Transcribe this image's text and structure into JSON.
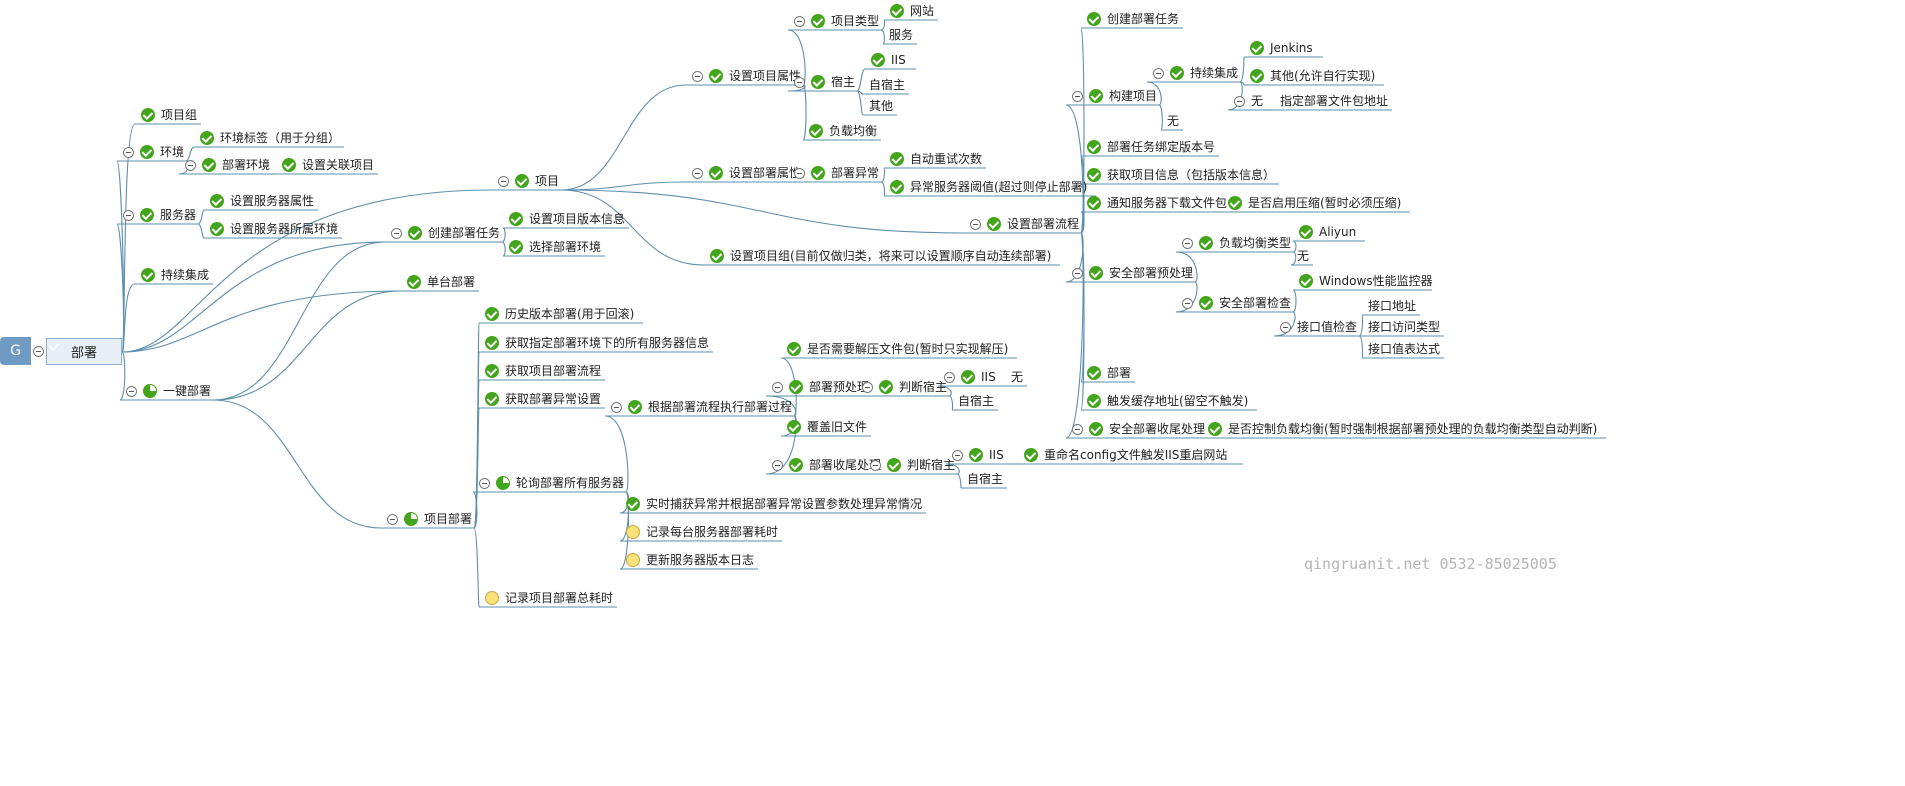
{
  "badge": "G",
  "watermark": "qingruanit.net 0532-85025005",
  "colors": {
    "line": "#5d8fae",
    "done": "#43a51c",
    "todo": "#f7e27c",
    "root_fill": "#e7eef6",
    "badge": "#6f9ac3"
  },
  "root": {
    "label": "部署",
    "status": "done"
  },
  "left": [
    {
      "label": "项目组",
      "status": "done"
    },
    {
      "label": "环境",
      "status": "done",
      "children": [
        {
          "label": "环境标签（用于分组）",
          "status": "done"
        },
        {
          "label": "部署环境",
          "status": "done",
          "children": [
            {
              "label": "设置关联项目",
              "status": "done"
            }
          ]
        }
      ]
    },
    {
      "label": "服务器",
      "status": "done",
      "children": [
        {
          "label": "设置服务器属性",
          "status": "done"
        },
        {
          "label": "设置服务器所属环境",
          "status": "done"
        }
      ]
    },
    {
      "label": "持续集成",
      "status": "done"
    }
  ],
  "project": {
    "label": "项目",
    "status": "done",
    "children": [
      {
        "label": "设置项目属性",
        "status": "done",
        "children": [
          {
            "label": "项目类型",
            "status": "done",
            "children": [
              {
                "label": "网站",
                "status": "done"
              },
              {
                "label": "服务"
              }
            ]
          },
          {
            "label": "宿主",
            "status": "done",
            "children": [
              {
                "label": "IIS",
                "status": "done"
              },
              {
                "label": "自宿主"
              },
              {
                "label": "其他"
              }
            ]
          },
          {
            "label": "负载均衡",
            "status": "done"
          }
        ]
      },
      {
        "label": "设置部署属性",
        "status": "done",
        "children": [
          {
            "label": "部署异常",
            "status": "done",
            "children": [
              {
                "label": "自动重试次数",
                "status": "done"
              },
              {
                "label": "异常服务器阈值(超过则停止部署)",
                "status": "done"
              }
            ]
          }
        ]
      },
      {
        "label": "设置项目组(目前仅做归类，将来可以设置顺序自动连续部署)",
        "status": "done"
      },
      {
        "label": "设置部署流程",
        "status": "done",
        "children": [
          {
            "label": "创建部署任务",
            "status": "done"
          },
          {
            "label": "构建项目",
            "status": "done",
            "children": [
              {
                "label": "持续集成",
                "status": "done",
                "children": [
                  {
                    "label": "Jenkins",
                    "status": "done"
                  },
                  {
                    "label": "其他(允许自行实现)",
                    "status": "done"
                  },
                  {
                    "label": "无",
                    "children": [
                      {
                        "label": "指定部署文件包地址"
                      }
                    ]
                  }
                ]
              },
              {
                "label": "无"
              }
            ]
          },
          {
            "label": "部署任务绑定版本号",
            "status": "done"
          },
          {
            "label": "获取项目信息（包括版本信息）",
            "status": "done"
          },
          {
            "label": "通知服务器下载文件包",
            "status": "done",
            "children": [
              {
                "label": "是否启用压缩(暂时必须压缩)",
                "status": "done"
              }
            ]
          },
          {
            "label": "安全部署预处理",
            "status": "done",
            "children": [
              {
                "label": "负载均衡类型",
                "status": "done",
                "children": [
                  {
                    "label": "Aliyun",
                    "status": "done"
                  },
                  {
                    "label": "无"
                  }
                ]
              },
              {
                "label": "安全部署检查",
                "status": "done",
                "children": [
                  {
                    "label": "Windows性能监控器",
                    "status": "done"
                  },
                  {
                    "label": "接口值检查",
                    "children": [
                      {
                        "label": "接口地址"
                      },
                      {
                        "label": "接口访问类型"
                      },
                      {
                        "label": "接口值表达式"
                      }
                    ]
                  }
                ]
              }
            ]
          },
          {
            "label": "部署",
            "status": "done"
          },
          {
            "label": "触发缓存地址(留空不触发)",
            "status": "done"
          },
          {
            "label": "安全部署收尾处理",
            "status": "done",
            "children": [
              {
                "label": "是否控制负载均衡(暂时强制根据部署预处理的负载均衡类型自动判断)",
                "status": "done"
              }
            ]
          }
        ]
      }
    ]
  },
  "create_task": {
    "label": "创建部署任务",
    "status": "done",
    "children": [
      {
        "label": "设置项目版本信息",
        "status": "done"
      },
      {
        "label": "选择部署环境",
        "status": "done"
      }
    ]
  },
  "single": {
    "label": "单台部署",
    "status": "done"
  },
  "onekey": {
    "label": "一键部署",
    "status": "partial",
    "children": [
      {
        "label": "项目部署",
        "status": "partial",
        "children": [
          {
            "label": "历史版本部署(用于回滚)",
            "status": "done"
          },
          {
            "label": "获取指定部署环境下的所有服务器信息",
            "status": "done"
          },
          {
            "label": "获取项目部署流程",
            "status": "done"
          },
          {
            "label": "获取部署异常设置",
            "status": "done"
          },
          {
            "label": "轮询部署所有服务器",
            "status": "partial",
            "children": [
              {
                "label": "根据部署流程执行部署过程",
                "status": "done",
                "children": [
                  {
                    "label": "是否需要解压文件包(暂时只实现解压)",
                    "status": "done"
                  },
                  {
                    "label": "部署预处理",
                    "status": "done",
                    "children": [
                      {
                        "label": "判断宿主",
                        "status": "done",
                        "children": [
                          {
                            "label": "IIS",
                            "status": "done",
                            "children": [
                              {
                                "label": "无"
                              }
                            ]
                          },
                          {
                            "label": "自宿主"
                          }
                        ]
                      }
                    ]
                  },
                  {
                    "label": "覆盖旧文件",
                    "status": "done"
                  },
                  {
                    "label": "部署收尾处理",
                    "status": "done",
                    "children": [
                      {
                        "label": "判断宿主",
                        "status": "done",
                        "children": [
                          {
                            "label": "IIS",
                            "status": "done",
                            "children": [
                              {
                                "label": "重命名config文件触发IIS重启网站",
                                "status": "done"
                              }
                            ]
                          },
                          {
                            "label": "自宿主"
                          }
                        ]
                      }
                    ]
                  }
                ]
              },
              {
                "label": "实时捕获异常并根据部署异常设置参数处理异常情况",
                "status": "done"
              },
              {
                "label": "记录每台服务器部署耗时",
                "status": "todo"
              },
              {
                "label": "更新服务器版本日志",
                "status": "todo"
              }
            ]
          },
          {
            "label": "记录项目部署总耗时",
            "status": "todo"
          }
        ]
      }
    ]
  }
}
